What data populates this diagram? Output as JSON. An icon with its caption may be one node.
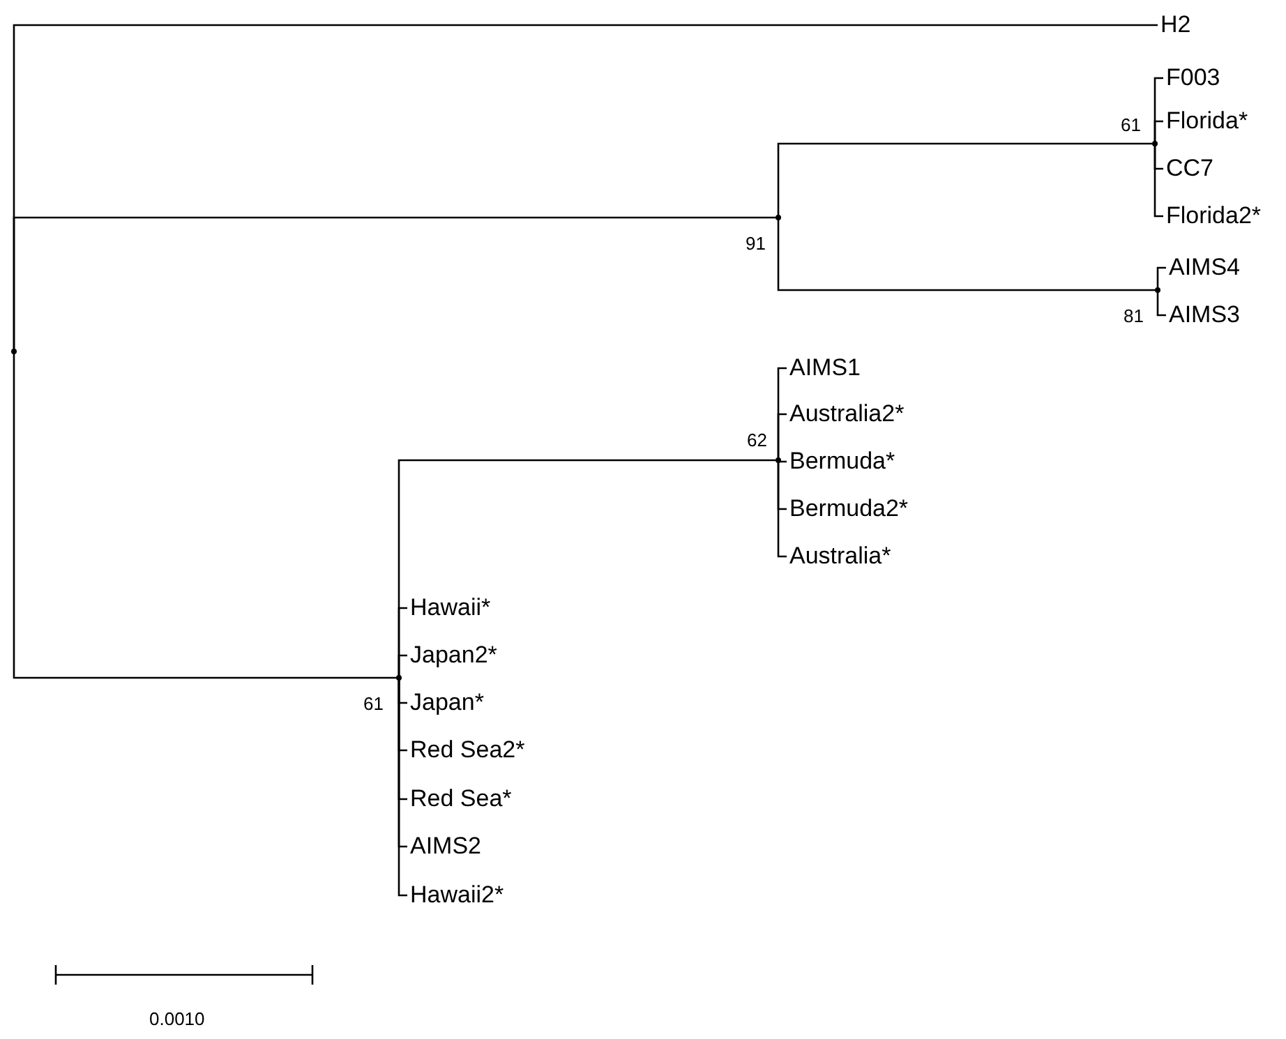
{
  "diagram": {
    "nodes": [
      {
        "text": [],
        "shape": "point"
      },
      {
        "text": [
          "H2"
        ]
      },
      {
        "text": [],
        "shape": "point",
        "beside": [
          "91"
        ]
      },
      {
        "text": [],
        "shape": "point",
        "beside": [
          "61"
        ]
      },
      {
        "text": [
          "F003"
        ]
      },
      {
        "text": [
          "Florida*"
        ]
      },
      {
        "text": [
          "CC7"
        ]
      },
      {
        "text": [
          "Florida2*"
        ]
      },
      {
        "text": [],
        "shape": "point",
        "beside": [
          "81"
        ]
      },
      {
        "text": [
          "AIMS4"
        ]
      },
      {
        "text": [
          "AIMS3"
        ]
      },
      {
        "text": [],
        "shape": "point",
        "beside": [
          "61"
        ]
      },
      {
        "text": [],
        "shape": "point",
        "beside": [
          "62"
        ]
      },
      {
        "text": [
          "AIMS1"
        ]
      },
      {
        "text": [
          "Australia2*"
        ]
      },
      {
        "text": [
          "Bermuda*"
        ]
      },
      {
        "text": [
          "Bermuda2*"
        ]
      },
      {
        "text": [
          "Australia*"
        ]
      },
      {
        "text": [
          "Hawaii*"
        ]
      },
      {
        "text": [
          "Japan2*"
        ]
      },
      {
        "text": [
          "Japan*"
        ]
      },
      {
        "text": [
          "Red Sea2*"
        ]
      },
      {
        "text": [
          "Red Sea*"
        ]
      },
      {
        "text": [
          "AIMS2"
        ]
      },
      {
        "text": [
          "Hawaii2*"
        ]
      }
    ],
    "edges": [
      {
        "from": 0,
        "to": 1,
        "arrow": "none"
      },
      {
        "from": 0,
        "to": 2,
        "arrow": "none"
      },
      {
        "from": 2,
        "to": 3,
        "arrow": "none"
      },
      {
        "from": 3,
        "to": 4,
        "arrow": "none"
      },
      {
        "from": 3,
        "to": 5,
        "arrow": "none"
      },
      {
        "from": 3,
        "to": 6,
        "arrow": "none"
      },
      {
        "from": 3,
        "to": 7,
        "arrow": "none"
      },
      {
        "from": 2,
        "to": 8,
        "arrow": "none"
      },
      {
        "from": 8,
        "to": 9,
        "arrow": "none"
      },
      {
        "from": 8,
        "to": 10,
        "arrow": "none"
      },
      {
        "from": 0,
        "to": 11,
        "arrow": "none"
      },
      {
        "from": 11,
        "to": 12,
        "arrow": "none"
      },
      {
        "from": 12,
        "to": 13,
        "arrow": "none"
      },
      {
        "from": 12,
        "to": 14,
        "arrow": "none"
      },
      {
        "from": 12,
        "to": 15,
        "arrow": "none"
      },
      {
        "from": 12,
        "to": 16,
        "arrow": "none"
      },
      {
        "from": 12,
        "to": 17,
        "arrow": "none"
      },
      {
        "from": 11,
        "to": 18,
        "arrow": "none"
      },
      {
        "from": 11,
        "to": 19,
        "arrow": "none"
      },
      {
        "from": 11,
        "to": 20,
        "arrow": "none"
      },
      {
        "from": 11,
        "to": 21,
        "arrow": "none"
      },
      {
        "from": 11,
        "to": 22,
        "arrow": "none"
      },
      {
        "from": 11,
        "to": 23,
        "arrow": "none"
      },
      {
        "from": 11,
        "to": 24,
        "arrow": "none"
      }
    ],
    "labels": [
      "0.0010"
    ]
  }
}
